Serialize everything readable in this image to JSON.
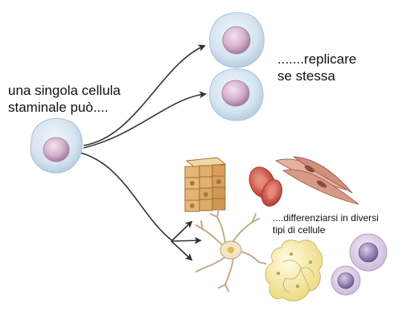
{
  "labels": {
    "source": "una singola cellula\nstaminale può....",
    "replicate": ".......replicare\nse stessa",
    "differentiate": "....differenziarsi in diversi\ntipi di cellule"
  },
  "colors": {
    "membrane": "#cfe0ee",
    "membrane_edge": "#a9c3d9",
    "nucleus": "#d8b6d0",
    "nucleus_edge": "#b48aac",
    "arrow": "#333333",
    "epithelial": "#e0b070",
    "red_cell": "#c84a3c",
    "muscle": "#d29a86",
    "neuron": "#eee3c6",
    "fat": "#f2e49a",
    "white_cell": "#d8c8e2"
  },
  "icons": [
    "stem-cell-icon",
    "epithelial-tissue-icon",
    "red-blood-cell-icon",
    "smooth-muscle-cell-icon",
    "neuron-icon",
    "fat-cells-icon",
    "white-blood-cell-icon"
  ]
}
